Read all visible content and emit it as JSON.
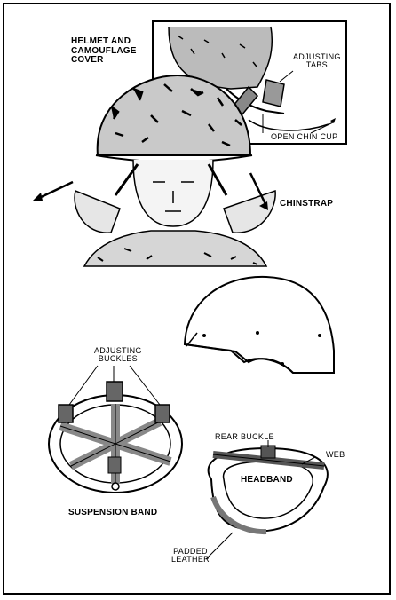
{
  "labels": {
    "helmet_cover": "HELMET AND\nCAMOUFLAGE\nCOVER",
    "adjusting_tabs": "ADJUSTING\nTABS",
    "open_chin_cup": "OPEN CHIN CUP",
    "chinstrap": "CHINSTRAP",
    "adjusting_buckles": "ADJUSTING\nBUCKLES",
    "rear_buckle": "REAR BUCKLE",
    "web": "WEB",
    "headband": "HEADBAND",
    "suspension_band": "SUSPENSION BAND",
    "padded_leather": "PADDED\nLEATHER"
  },
  "colors": {
    "ink": "#000000",
    "paper": "#ffffff",
    "shade": "#9a9a9a"
  }
}
